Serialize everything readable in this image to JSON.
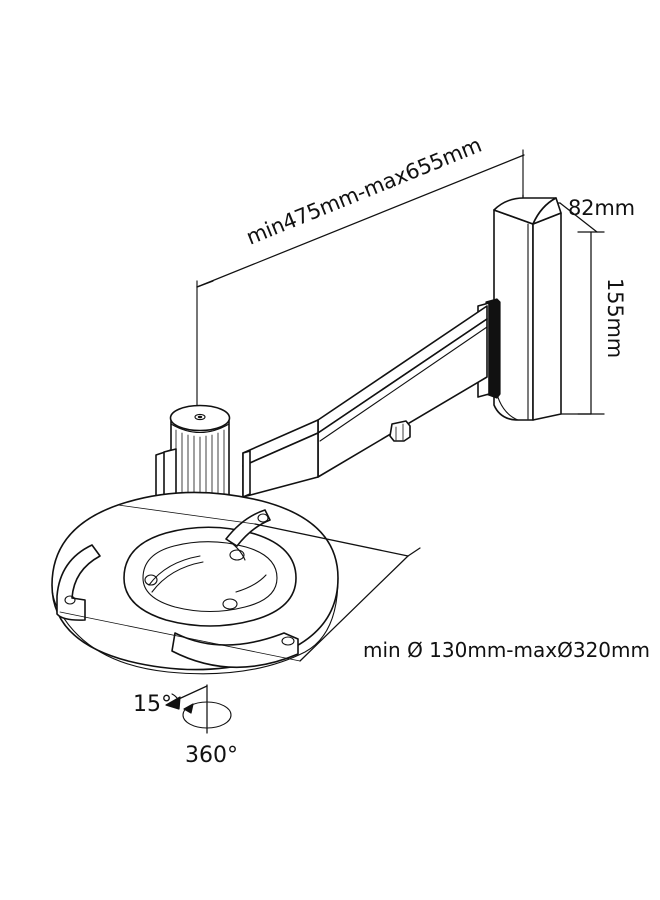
{
  "drawing": {
    "title": "Projector wall mount bracket dimension drawing",
    "subject": "wall-mounted projector bracket with telescopic arm and ceiling plate",
    "background_color": "#ffffff",
    "line_color": "#111111",
    "view": "isometric line drawing"
  },
  "dimensions": {
    "arm_extension": {
      "label": "min475mm-max655mm",
      "min_value": 475,
      "max_value": 655,
      "unit": "mm",
      "orientation": "diagonal",
      "describes": "wall-to-mount arm reach"
    },
    "wall_plate_depth": {
      "label": "82mm",
      "value": 82,
      "unit": "mm",
      "orientation": "horizontal",
      "describes": "wall plate depth"
    },
    "wall_plate_height": {
      "label": "155mm",
      "value": 155,
      "unit": "mm",
      "orientation": "vertical-rotated",
      "describes": "wall plate height"
    },
    "mount_plate_diameter": {
      "label": "min Ø 130mm-maxØ320mm",
      "min_value": 130,
      "max_value": 320,
      "unit": "mm",
      "symbol": "Ø",
      "orientation": "horizontal",
      "describes": "projector mounting arm spread diameter"
    }
  },
  "angles": {
    "tilt": {
      "label": "15°",
      "value": 15,
      "unit": "degrees",
      "describes": "tilt adjustment range"
    },
    "rotation": {
      "label": "360°",
      "value": 360,
      "unit": "degrees",
      "describes": "swivel rotation range"
    }
  },
  "parts": {
    "wall_plate": "wall-mounting back plate",
    "telescopic_arm": "rectangular telescopic extension arm",
    "locking_knob": "arm locking knob",
    "column": "fluted vertical swivel column",
    "base_disc": "circular projector mounting disc",
    "mounting_arms": "three adjustable projector mounting arms",
    "tilt_axis": "vertical rotation axis indicator"
  }
}
